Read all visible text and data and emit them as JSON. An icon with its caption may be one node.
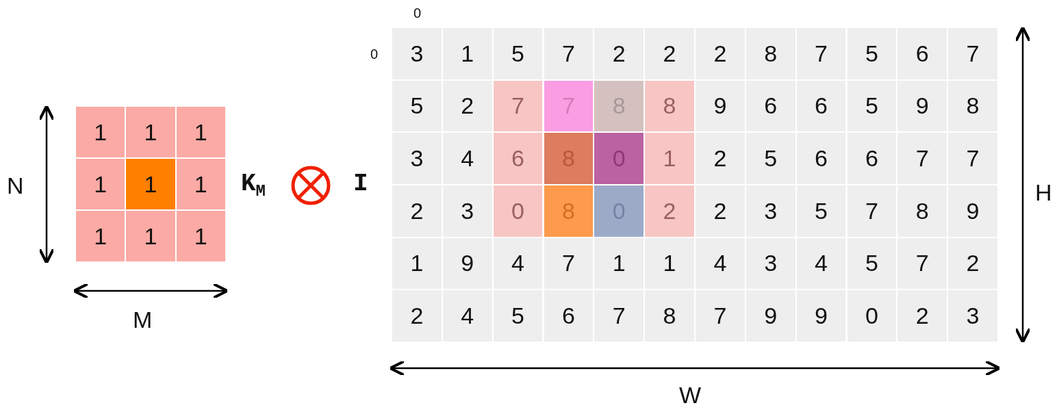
{
  "diagram": {
    "labels": [
      "0",
      "0",
      "1",
      "1",
      "1",
      "1",
      "1",
      "1",
      "1",
      "1",
      "1",
      "N",
      "M",
      "K$_{M}$",
      "I",
      "3",
      "1",
      "5",
      "7",
      "2",
      "2",
      "2",
      "8",
      "7",
      "5",
      "6",
      "7",
      "5",
      "2",
      "7",
      "7",
      "8",
      "8",
      "9",
      "6",
      "6",
      "5",
      "9",
      "8",
      "3",
      "4",
      "6",
      "8",
      "0",
      "1",
      "2",
      "5",
      "6",
      "6",
      "7",
      "7",
      "2",
      "3",
      "0",
      "8",
      "0",
      "2",
      "2",
      "3",
      "5",
      "7",
      "8",
      "9",
      "1",
      "9",
      "4",
      "7",
      "1",
      "1",
      "4",
      "3",
      "4",
      "5",
      "7",
      "2",
      "2",
      "4",
      "5",
      "6",
      "7",
      "8",
      "7",
      "9",
      "9",
      "0",
      "2",
      "3",
      "H",
      "W"
    ]
  }
}
